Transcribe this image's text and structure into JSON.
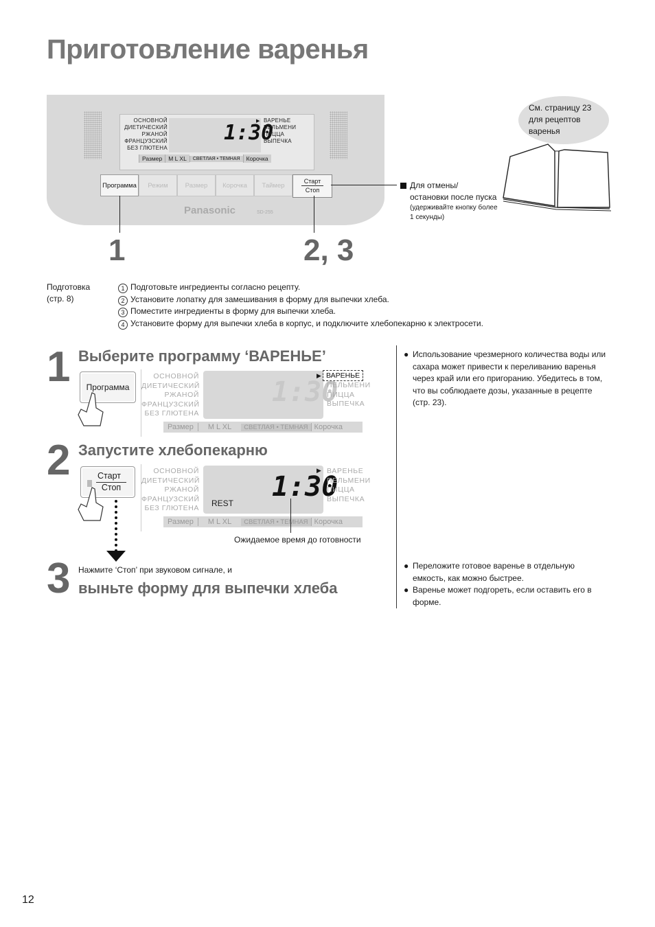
{
  "title": "Приготовление варенья",
  "panel": {
    "left_programs": [
      "ОСНОВНОЙ",
      "ДИЕТИЧЕСКИЙ",
      "РЖАНОЙ",
      "ФРАНЦУЗСКИЙ",
      "БЕЗ ГЛЮТЕНА"
    ],
    "right_programs": [
      "ВАРЕНЬЕ",
      "ПЕЛЬМЕНИ",
      "ПИЦЦА",
      "ВЫПЕЧКА"
    ],
    "time": "1:30",
    "size_label": "Размер",
    "sizes": "M  L  XL",
    "crust_range": "СВЕТЛАЯ • ТЕМНАЯ",
    "crust_label": "Корочка",
    "buttons": [
      "Программа",
      "Режим",
      "Размер",
      "Корочка",
      "Таймер"
    ],
    "start_top": "Старт",
    "start_bottom": "Стоп",
    "brand": "Panasonic",
    "model": "SD-255",
    "callout_1": "1",
    "callout_23": "2, 3"
  },
  "cancel_note": {
    "text": "Для отмены/ остановки после пуска",
    "small": "(удерживайте кнопку более 1 секунды)"
  },
  "bubble": "См. страницу 23 для рецептов варенья",
  "prep": {
    "label_1": "Подготовка",
    "label_2": "(стр. 8)",
    "items": [
      "Подготовьте ингредиенты согласно рецепту.",
      "Установите лопатку для замешивания в форму для выпечки хлеба.",
      "Поместите ингредиенты в форму для выпечки хлеба.",
      "Установите форму для выпечки хлеба в корпус, и подключите хлебопекарню к электросети."
    ],
    "marks": [
      "1",
      "2",
      "3",
      "4"
    ]
  },
  "step1": {
    "num": "1",
    "heading": "Выберите программу ‘ВАРЕНЬЕ’",
    "button": "Программа",
    "selected": "ВАРЕНЬЕ"
  },
  "step2": {
    "num": "2",
    "heading": "Запустите хлебопекарню",
    "rest": "REST",
    "caption": "Ожидаемое время до готовности"
  },
  "step3": {
    "num": "3",
    "sub": "Нажмите ‘Стоп’ при звуковом сигнале, и",
    "heading": "выньте форму для выпечки хлеба"
  },
  "notes_top": [
    "Использование чрезмерного количества воды или сахара может привести к переливанию варенья через край или его пригоранию. Убедитесь в том, что вы соблюдаете дозы, указанные в рецепте (стр. 23)."
  ],
  "notes_bottom": [
    "Переложите готовое варенье в отдельную емкость, как можно быстрее.",
    "Варенье может подгореть, если оставить его в форме."
  ],
  "page_number": "12"
}
